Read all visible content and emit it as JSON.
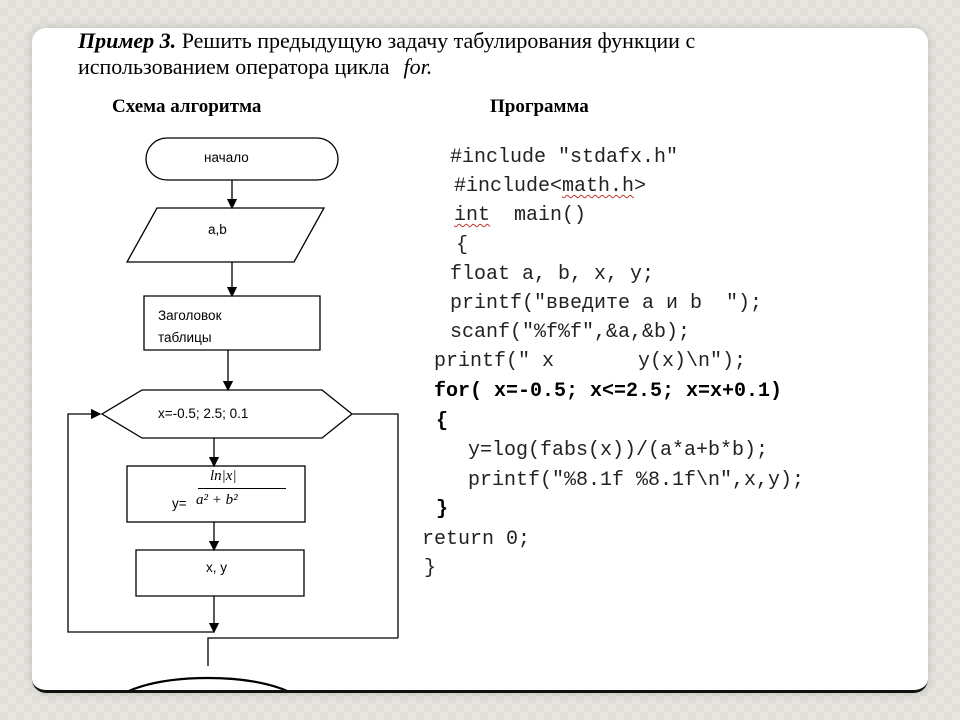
{
  "heading": {
    "label": "Пример 3.",
    "line1": "Решить предыдущую задачу табулирования функции с",
    "line2": "использованием оператора цикла",
    "keyword": "for."
  },
  "columns": {
    "left": "Схема алгоритма",
    "right": "Программа"
  },
  "flowchart": {
    "start": "начало",
    "input": "a,b",
    "header_line1": "Заголовок",
    "header_line2": "таблицы",
    "loop": "x=-0.5; 2.5; 0.1",
    "formula_num": "ln|x|",
    "formula_lhs": "y=",
    "formula_den": "a² + b²",
    "output": "x,  y"
  },
  "code": {
    "l1": "#include \"stdafx.h\"",
    "l2a": "#include<",
    "l2b": "math.h",
    "l2c": ">",
    "l3a": "int",
    "l3b": "  main()",
    "l4": "{",
    "l5": "float a, b, x, y;",
    "l6": "printf(\"введите a и b  \");",
    "l7": "scanf(\"%f%f\",&a,&b);",
    "l8": "printf(\" x       y(x)\\n\");",
    "l9": "for( x=-0.5; x<=2.5; x=x+0.1)",
    "l10": "{",
    "l11": "y=log(fabs(x))/(a*a+b*b);",
    "l12": "printf(\"%8.1f %8.1f\\n\",x,y);",
    "l13": "}",
    "l14": "return 0;",
    "l15": "}"
  }
}
